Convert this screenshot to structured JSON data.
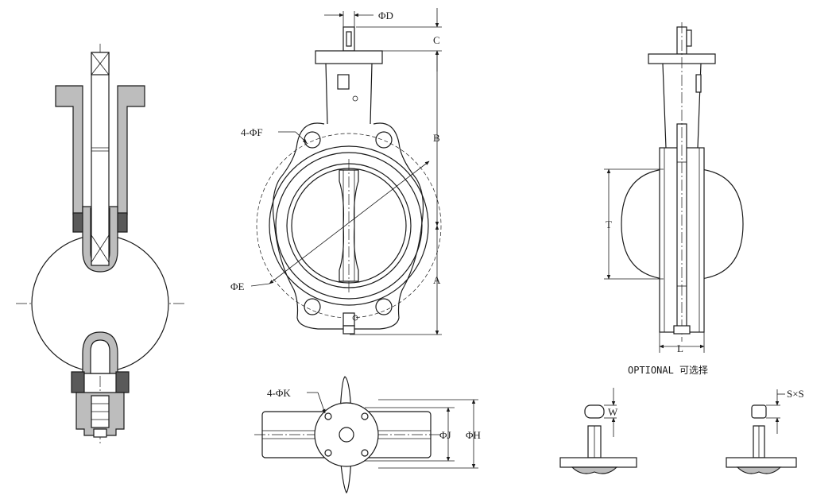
{
  "labels": {
    "dim_d": "ΦD",
    "dim_c": "C",
    "dim_b": "B",
    "dim_a": "A",
    "dim_e": "ΦE",
    "holes_f": "4-ΦF",
    "dim_t": "T",
    "dim_l": "L",
    "holes_k": "4-ΦK",
    "dim_j": "ΦJ",
    "dim_h": "ΦH",
    "dim_w": "W",
    "dim_sxs": "S×S",
    "optional": "OPTIONAL 可选择"
  }
}
